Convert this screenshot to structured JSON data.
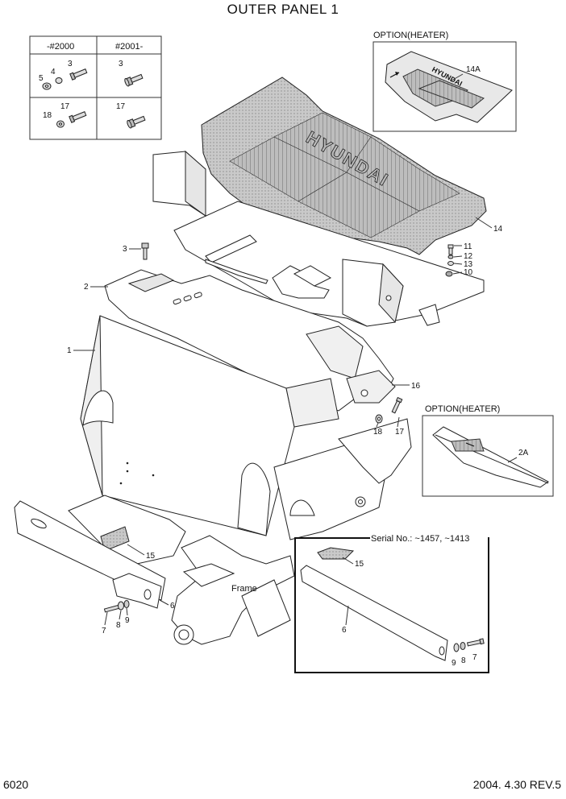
{
  "title": "OUTER PANEL 1",
  "page_number": "6020",
  "revision": "2004. 4.30 REV.5",
  "serial_table": {
    "col1_header": "-#2000",
    "col2_header": "#2001-",
    "r1c1": [
      "5",
      "4",
      "3"
    ],
    "r1c2": [
      "3"
    ],
    "r2c1": [
      "18",
      "17"
    ],
    "r2c2": [
      "17"
    ]
  },
  "option_heater_top": {
    "title": "OPTION(HEATER)",
    "part": "14A"
  },
  "option_heater_right": {
    "title": "OPTION(HEATER)",
    "part": "2A"
  },
  "serial_box": {
    "title": "Serial No.: ~1457, ~1413",
    "parts": [
      "15",
      "6",
      "9",
      "8",
      "7"
    ]
  },
  "frame_label": "Frame",
  "mat_brand": "HYUNDAI",
  "callouts": [
    "14",
    "11",
    "12",
    "13",
    "10",
    "3",
    "2",
    "1",
    "16",
    "17",
    "18",
    "15",
    "6",
    "7",
    "8",
    "9"
  ]
}
